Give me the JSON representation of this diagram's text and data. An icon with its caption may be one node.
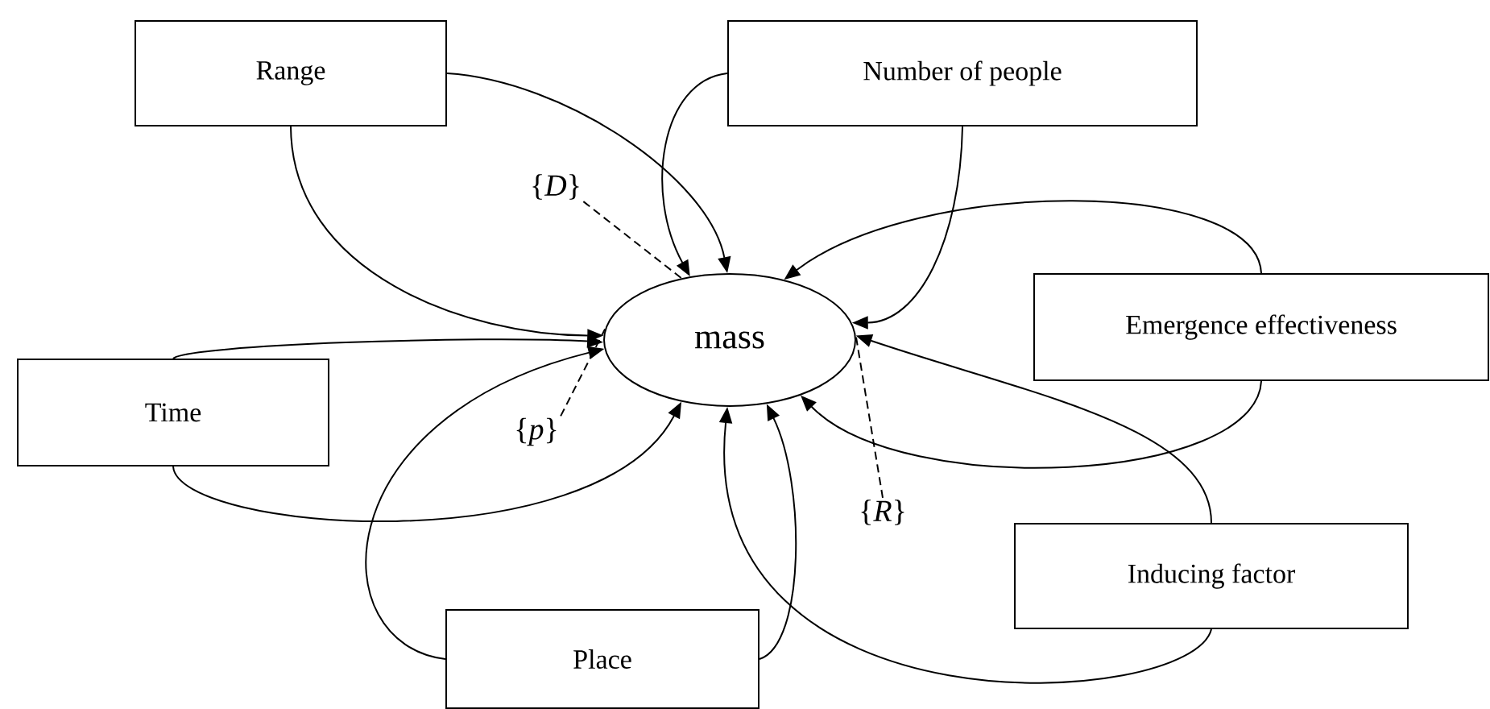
{
  "diagram": {
    "nodes": [
      {
        "text": [
          "Range"
        ]
      },
      {
        "text": [
          "Number of people"
        ]
      },
      {
        "text": [
          "{*D*}"
        ]
      },
      {
        "text": [
          "mass"
        ]
      },
      {
        "text": [
          "Emergence effectiveness"
        ]
      },
      {
        "text": [
          "Time"
        ]
      },
      {
        "text": [
          "{*p*}"
        ]
      },
      {
        "text": [
          "{*R*}"
        ]
      },
      {
        "text": [
          "Inducing factor"
        ]
      },
      {
        "text": [
          "Place"
        ]
      }
    ],
    "edges": [
      {
        "from": 0,
        "to": 3,
        "arrow": "to"
      },
      {
        "from": 0,
        "to": 3,
        "arrow": "to"
      },
      {
        "from": 1,
        "to": 3,
        "arrow": "to"
      },
      {
        "from": 1,
        "to": 3,
        "arrow": "to"
      },
      {
        "from": 4,
        "to": 3,
        "arrow": "to"
      },
      {
        "from": 4,
        "to": 3,
        "arrow": "to"
      },
      {
        "from": 5,
        "to": 3,
        "arrow": "to"
      },
      {
        "from": 5,
        "to": 3,
        "arrow": "to"
      },
      {
        "from": 8,
        "to": 3,
        "arrow": "to"
      },
      {
        "from": 8,
        "to": 3,
        "arrow": "to"
      },
      {
        "from": 9,
        "to": 3,
        "arrow": "to"
      },
      {
        "from": 9,
        "to": 3,
        "arrow": "to"
      },
      {
        "from": 2,
        "to": 3,
        "arrow": "none",
        "style": "dashed"
      },
      {
        "from": 6,
        "to": 3,
        "arrow": "none",
        "style": "dashed"
      },
      {
        "from": 7,
        "to": 3,
        "arrow": "none",
        "style": "dashed"
      }
    ]
  }
}
